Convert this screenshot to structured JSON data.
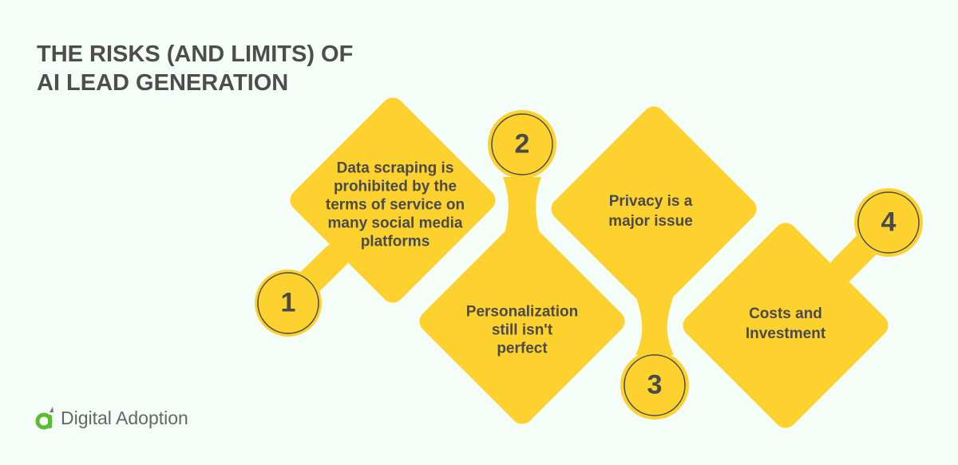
{
  "title": {
    "line1": "THE RISKS (AND LIMITS) OF",
    "line2": "AI LEAD GENERATION"
  },
  "colors": {
    "background": "#F5FDF9",
    "shape_fill": "#FDD22F",
    "text": "#4A4A4A",
    "logo_green": "#5DBB2F",
    "logo_gray": "#666666"
  },
  "items": [
    {
      "number": "1",
      "lines": [
        "Data scraping is",
        "prohibited by the",
        "terms of service on",
        "many social media",
        "platforms"
      ]
    },
    {
      "number": "2",
      "lines": [
        "Personalization",
        "still isn't",
        "perfect"
      ]
    },
    {
      "number": "3",
      "lines": [
        "Privacy is a",
        "major issue"
      ]
    },
    {
      "number": "4",
      "lines": [
        "Costs and",
        "Investment"
      ]
    }
  ],
  "logo": {
    "icon": "digital-adoption-logo-icon",
    "text": "Digital Adoption"
  }
}
